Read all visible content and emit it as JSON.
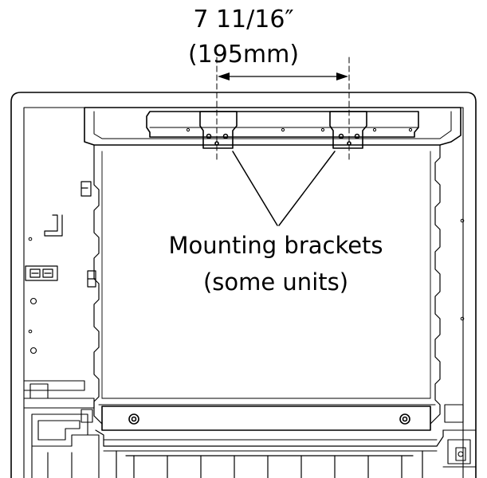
{
  "dimension": {
    "fraction": "7 11/16″",
    "metric": "(195mm)"
  },
  "callout": {
    "line1": "Mounting brackets",
    "line2": "(some units)"
  },
  "colors": {
    "stroke": "#000000",
    "background": "#ffffff"
  }
}
